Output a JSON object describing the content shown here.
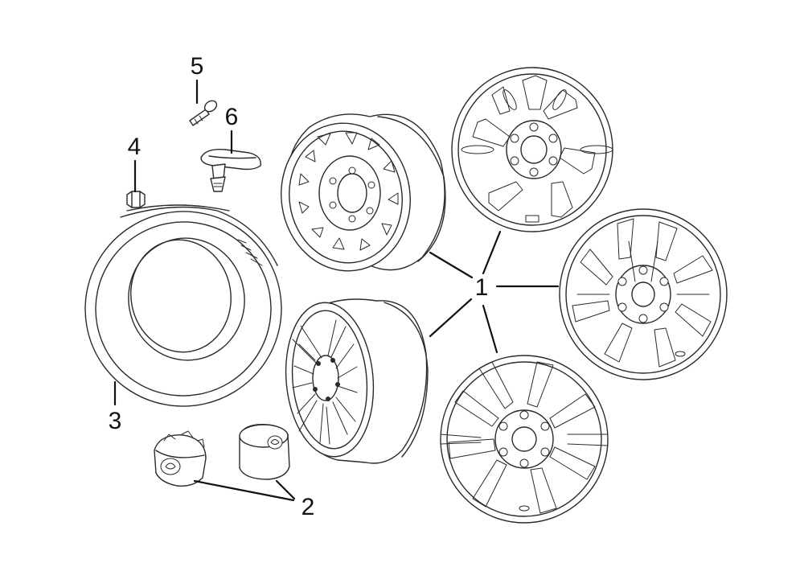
{
  "callouts": {
    "wheel": "1",
    "center_cap": "2",
    "tire": "3",
    "lug_nut": "4",
    "valve_stem": "5",
    "tpms_sensor": "6"
  },
  "colors": {
    "line": "#2a2a2a",
    "background": "#ffffff",
    "leader": "#111111"
  }
}
